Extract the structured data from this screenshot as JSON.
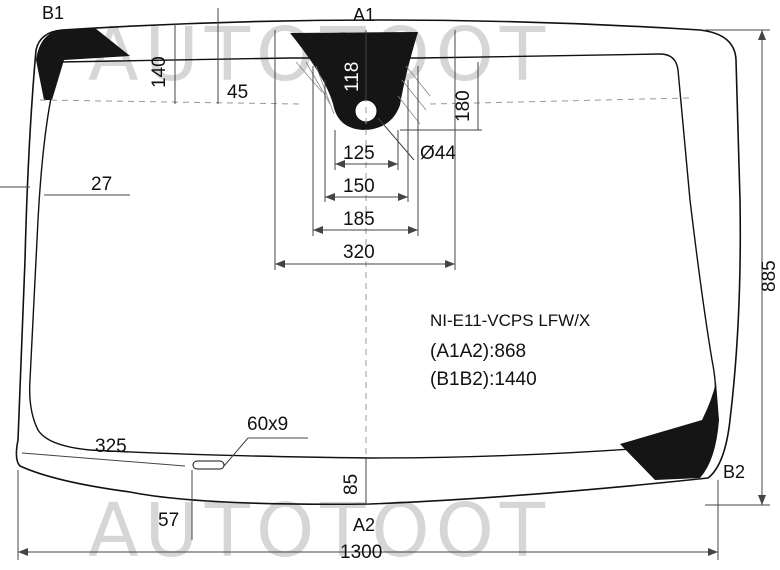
{
  "watermark": "AUTOTOOT",
  "points": {
    "b1": "B1",
    "a1": "A1",
    "a2": "A2",
    "b2": "B2"
  },
  "dimensions": {
    "d140": "140",
    "d45": "45",
    "d118": "118",
    "d180": "180",
    "d27": "27",
    "d125": "125",
    "d44": "Ø44",
    "d150": "150",
    "d185": "185",
    "d320": "320",
    "d885": "885",
    "d325": "325",
    "d60x9": "60x9",
    "d85": "85",
    "d57": "57",
    "d1300": "1300"
  },
  "info": {
    "model": "NI-E11-VCPS LFW/X",
    "a1a2": "(A1A2):868",
    "b1b2": "(B1B2):1440"
  }
}
